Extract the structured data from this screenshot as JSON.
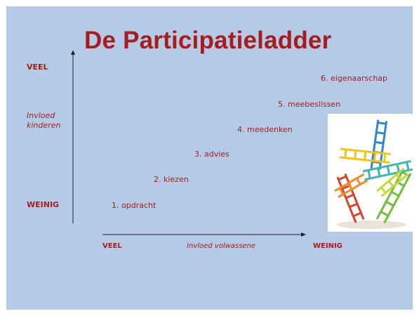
{
  "title": "De Participatieladder",
  "y_axis": {
    "top_label": "VEEL",
    "title": "Invloed kinderen",
    "bottom_label": "WEINIG"
  },
  "x_axis": {
    "left_label": "VEEL",
    "title": "Invloed volwassene",
    "right_label": "WEINIG"
  },
  "steps": [
    "1. opdracht",
    "2. kiezen",
    "3. advies",
    "4. meedenken",
    "5. meebeslissen",
    "6. eigenaarschap"
  ],
  "colors": {
    "background": "#b4cae6",
    "title": "#a51d1d",
    "text": "#a02020",
    "axis": "#222222"
  },
  "image": "ladder-game-photo"
}
